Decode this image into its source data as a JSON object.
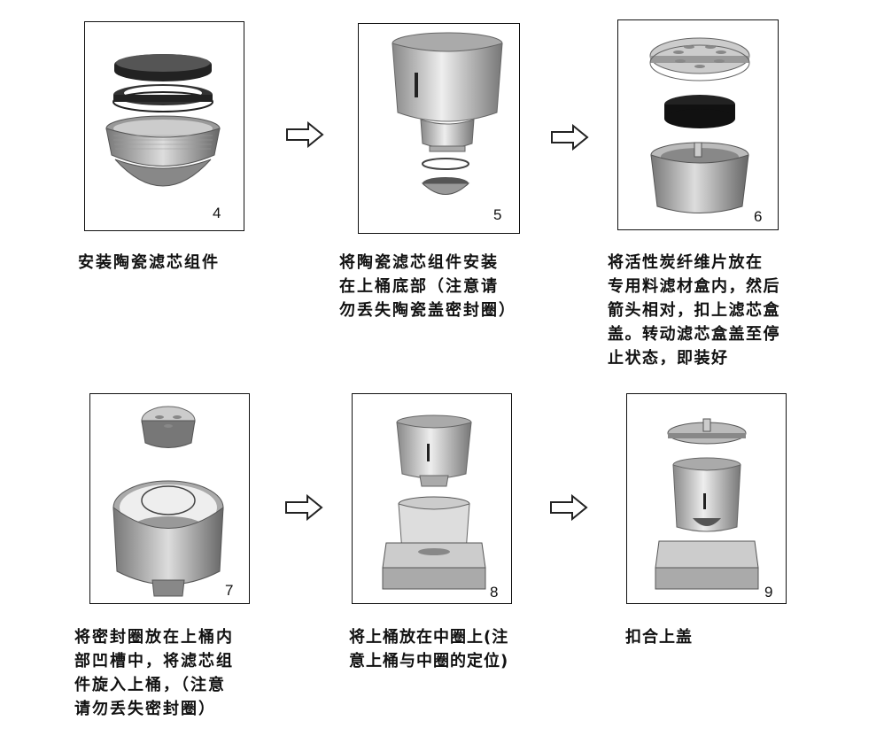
{
  "steps": [
    {
      "number": "4",
      "caption": [
        "安装陶瓷滤芯组件"
      ]
    },
    {
      "number": "5",
      "caption": [
        "将陶瓷滤芯组件安装",
        "在上桶底部（注意请",
        "勿丢失陶瓷盖密封圈）"
      ]
    },
    {
      "number": "6",
      "caption": [
        "将活性炭纤维片放在",
        "专用料滤材盒内，然后",
        "箭头相对，扣上滤芯盒",
        "盖。转动滤芯盒盖至停",
        "止状态，即装好"
      ]
    },
    {
      "number": "7",
      "caption": [
        "将密封圈放在上桶内",
        "部凹槽中，将滤芯组",
        "件旋入上桶，（注意",
        "请勿丢失密封圈）"
      ]
    },
    {
      "number": "8",
      "caption": [
        "将上桶放在中圈上(注",
        "意上桶与中圈的定位)"
      ]
    },
    {
      "number": "9",
      "caption": [
        "扣合上盖"
      ]
    }
  ],
  "icons": [
    "ceramic-filter-assembly-icon",
    "upper-bucket-icon",
    "carbon-filter-box-icon",
    "upper-bucket-sealing-ring-icon",
    "bucket-on-middle-ring-icon",
    "assembled-purifier-icon",
    "arrow-right-icon"
  ]
}
